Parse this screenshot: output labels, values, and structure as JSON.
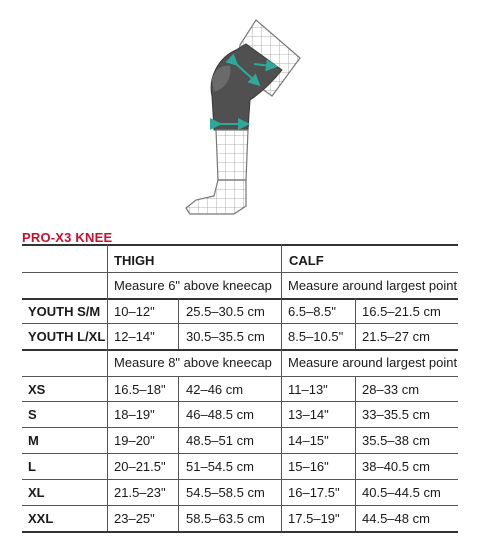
{
  "title": "PRO-X3 KNEE",
  "headers": {
    "thigh": "THIGH",
    "calf": "CALF"
  },
  "youth_section": {
    "thigh_note": "Measure 6\" above kneecap",
    "calf_note": "Measure around largest point",
    "rows": [
      {
        "size": "YOUTH S/M",
        "thigh_in": "10–12\"",
        "thigh_cm": "25.5–30.5 cm",
        "calf_in": "6.5–8.5\"",
        "calf_cm": "16.5–21.5 cm"
      },
      {
        "size": "YOUTH L/XL",
        "thigh_in": "12–14\"",
        "thigh_cm": "30.5–35.5 cm",
        "calf_in": "8.5–10.5\"",
        "calf_cm": "21.5–27 cm"
      }
    ]
  },
  "adult_section": {
    "thigh_note": "Measure 8\" above kneecap",
    "calf_note": "Measure around largest point",
    "rows": [
      {
        "size": "XS",
        "thigh_in": "16.5–18\"",
        "thigh_cm": "42–46 cm",
        "calf_in": "11–13\"",
        "calf_cm": "28–33 cm"
      },
      {
        "size": "S",
        "thigh_in": "18–19\"",
        "thigh_cm": "46–48.5 cm",
        "calf_in": "13–14\"",
        "calf_cm": "33–35.5 cm"
      },
      {
        "size": "M",
        "thigh_in": "19–20\"",
        "thigh_cm": "48.5–51 cm",
        "calf_in": "14–15\"",
        "calf_cm": "35.5–38 cm"
      },
      {
        "size": "L",
        "thigh_in": "20–21.5\"",
        "thigh_cm": "51–54.5 cm",
        "calf_in": "15–16\"",
        "calf_cm": "38–40.5 cm"
      },
      {
        "size": "XL",
        "thigh_in": "21.5–23\"",
        "thigh_cm": "54.5–58.5 cm",
        "calf_in": "16–17.5\"",
        "calf_cm": "40.5–44.5 cm"
      },
      {
        "size": "XXL",
        "thigh_in": "23–25\"",
        "thigh_cm": "58.5–63.5 cm",
        "calf_in": "17.5–19\"",
        "calf_cm": "44.5–48 cm"
      }
    ]
  },
  "colors": {
    "title": "#c8102e",
    "sleeve": "#505050",
    "arrow": "#2fa89a"
  },
  "illustration": {
    "icon": "knee-sleeve-leg-icon"
  }
}
